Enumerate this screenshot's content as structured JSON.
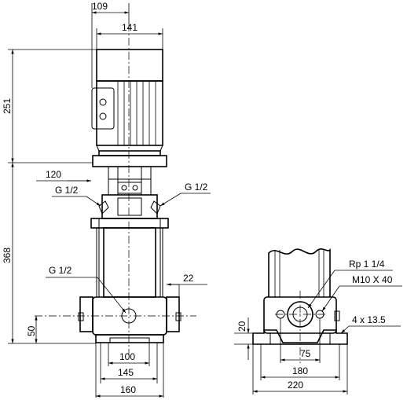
{
  "labels": {
    "dim_109": "109",
    "dim_141": "141",
    "dim_251": "251",
    "dim_368": "368",
    "dim_120": "120",
    "g12_left_top": "G 1/2",
    "g12_right_top": "G 1/2",
    "g12_mid": "G 1/2",
    "dim_22": "22",
    "dim_50": "50",
    "dim_100": "100",
    "dim_145": "145",
    "dim_160": "160",
    "rp": "Rp 1 1/4",
    "m10": "M10 X 40",
    "dim_20": "20",
    "holes": "4  x  13.5",
    "dim_75": "75",
    "dim_180": "180",
    "dim_220": "220"
  }
}
